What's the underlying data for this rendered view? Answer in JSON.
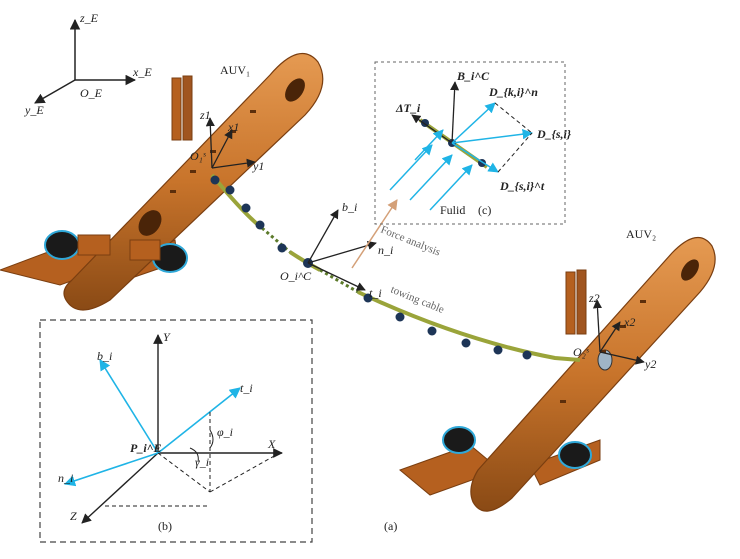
{
  "global_frame": {
    "z": "z_E",
    "x": "x_E",
    "y": "y_E",
    "origin": "O_E"
  },
  "auv1": {
    "name": "AUV₁",
    "x": "x1",
    "y": "y1",
    "z": "z1",
    "origin": "O₁ˢ"
  },
  "auv2": {
    "name": "AUV₂",
    "x": "x2",
    "y": "y2",
    "z": "z2",
    "origin": "O₂ˢ"
  },
  "cable": {
    "node": "O_i^C",
    "b": "b_i",
    "n": "n_i",
    "t": "t_i",
    "force_analysis": "Force analysis",
    "towing_cable": "towing cable"
  },
  "panel_c": {
    "B": "B_i^C",
    "dT": "ΔT_i",
    "Dn": "D_{k,i}^n",
    "Dt": "D_{s,i}^t",
    "Ds": "D_{s,i}",
    "fluid": "Fulid",
    "label": "(c)"
  },
  "panel_b": {
    "Y": "Y",
    "X": "X",
    "Z": "Z",
    "P": "P_i^E",
    "b": "b_i",
    "t": "t_i",
    "n": "n_i",
    "phi": "φ_i",
    "gamma": "γ_i",
    "label": "(b)"
  },
  "caption": "(a)",
  "colors": {
    "hull": "#c8742b",
    "hull_dark": "#8a4a15",
    "cable": "#9aa43a",
    "node": "#1d3557",
    "vector": "#1fb4e6",
    "axis": "#222222",
    "force_arrow": "#d4a078"
  }
}
